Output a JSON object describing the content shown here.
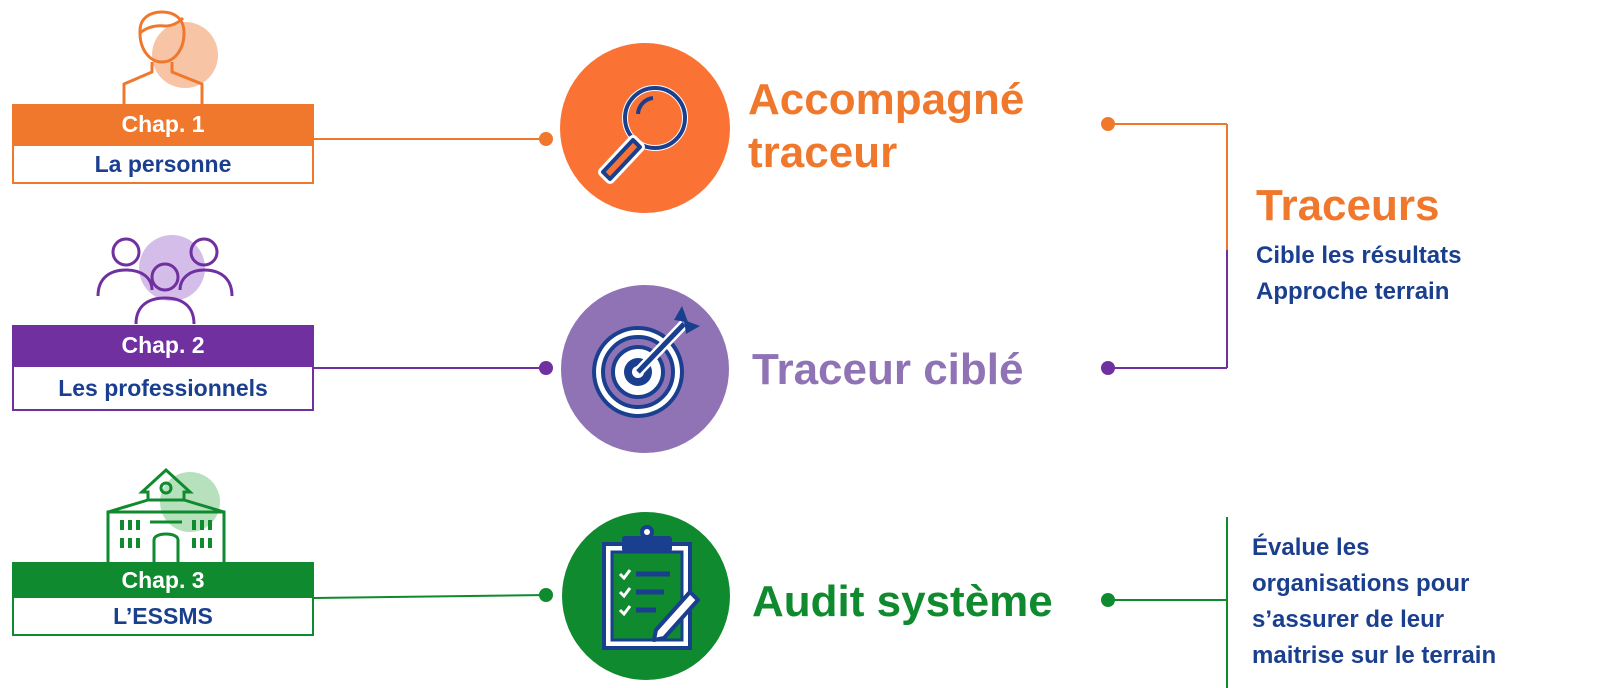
{
  "chapters": [
    {
      "number_label": "Chap. 1",
      "name": "La personne",
      "color": "#f0782d",
      "icon": "person-icon"
    },
    {
      "number_label": "Chap. 2",
      "name": "Les professionnels",
      "color": "#7030a0",
      "icon": "group-icon"
    },
    {
      "number_label": "Chap. 3",
      "name": "L’ESSMS",
      "color": "#0f8a2e",
      "icon": "building-icon"
    }
  ],
  "methods": [
    {
      "title_line1": "Accompagné",
      "title_line2": "traceur",
      "color": "#f0782d",
      "icon": "magnifier-icon"
    },
    {
      "title": "Traceur ciblé",
      "color": "#9073b5",
      "icon": "target-icon"
    },
    {
      "title": "Audit système",
      "color": "#0f8a2e",
      "icon": "clipboard-checklist-icon"
    }
  ],
  "groups": {
    "traceurs": {
      "title": "Traceurs",
      "line1": "Cible les résultats",
      "line2": "Approche terrain",
      "title_color": "#f0782d"
    },
    "audit": {
      "line1": "Évalue les",
      "line2": "organisations pour",
      "line3": "s’assurer de leur",
      "line4": "maitrise sur le terrain"
    }
  },
  "colors": {
    "text_blue": "#1a3f8f"
  }
}
